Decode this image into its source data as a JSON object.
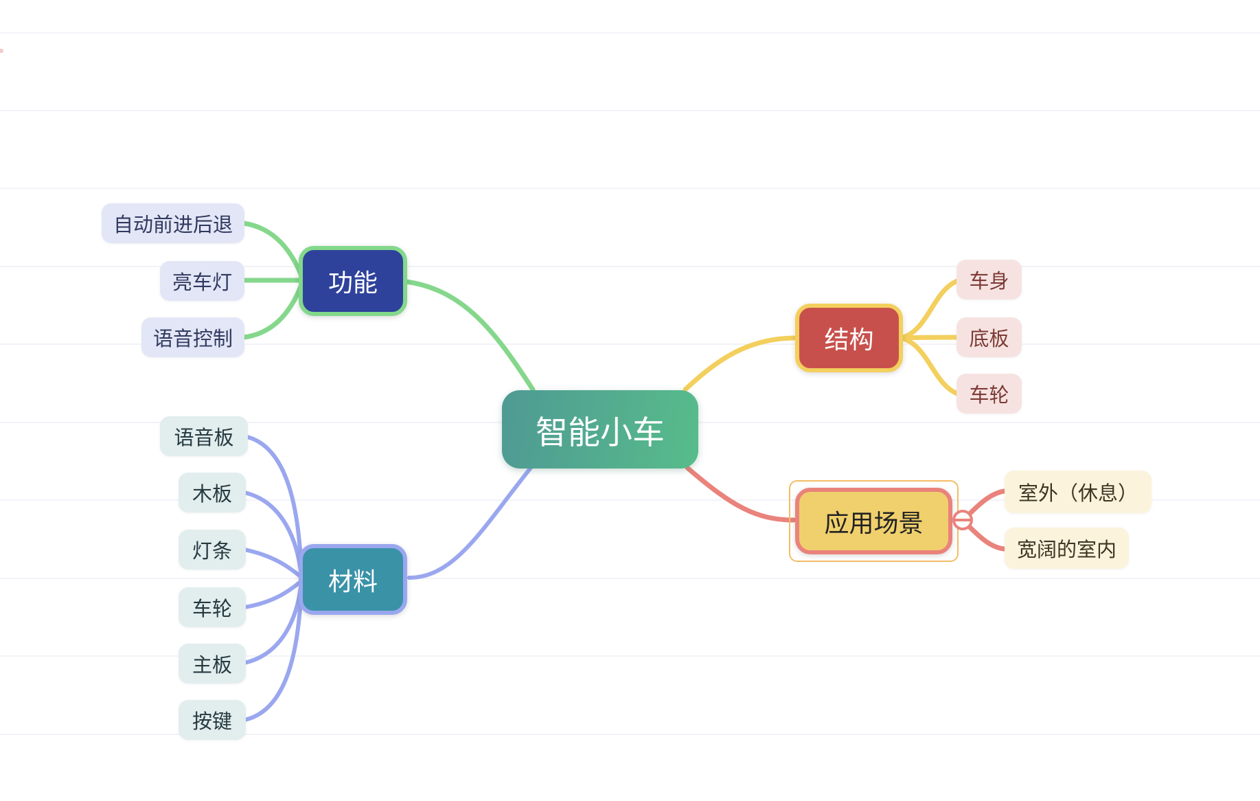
{
  "canvas": {
    "background": "#ffffff",
    "gridline_color": "#f2f3f8"
  },
  "root": {
    "label": "智能小车",
    "fill_start": "#4f9a94",
    "fill_end": "#57bc8a",
    "text_color": "#ffffff"
  },
  "branches": [
    {
      "label": "功能",
      "fill": "#2e429b",
      "border_color": "#83d88b",
      "edge_color": "#85d78c",
      "text_color": "#ffffff",
      "child_bg": "#e3e6f6",
      "child_text_color": "#30395f",
      "children": [
        {
          "label": "自动前进后退"
        },
        {
          "label": "亮车灯"
        },
        {
          "label": "语音控制"
        }
      ]
    },
    {
      "label": "结构",
      "fill": "#c8504c",
      "border_color": "#f3cf5d",
      "edge_color": "#f3cf5d",
      "text_color": "#ffffff",
      "child_bg": "#f6e3e1",
      "child_text_color": "#7d3b37",
      "children": [
        {
          "label": "车身"
        },
        {
          "label": "底板"
        },
        {
          "label": "车轮"
        }
      ]
    },
    {
      "label": "材料",
      "fill": "#3a92a7",
      "border_color": "#9aa7ef",
      "edge_color": "#9aa7ef",
      "text_color": "#ffffff",
      "child_bg": "#e2edee",
      "child_text_color": "#263a40",
      "children": [
        {
          "label": "语音板"
        },
        {
          "label": "木板"
        },
        {
          "label": "灯条"
        },
        {
          "label": "车轮"
        },
        {
          "label": "主板"
        },
        {
          "label": "按键"
        }
      ]
    },
    {
      "label": "应用场景",
      "fill": "#f0d06d",
      "border_color": "#e9837b",
      "edge_color": "#e9837b",
      "text_color": "#222222",
      "selected": true,
      "selection_outline_color": "#f3bc67",
      "collapse_icon": "minus-icon",
      "collapse_state": "expanded",
      "child_bg": "#fbf3dc",
      "child_text_color": "#3e3523",
      "children": [
        {
          "label": "室外（休息）"
        },
        {
          "label": "宽阔的室内"
        }
      ]
    }
  ]
}
